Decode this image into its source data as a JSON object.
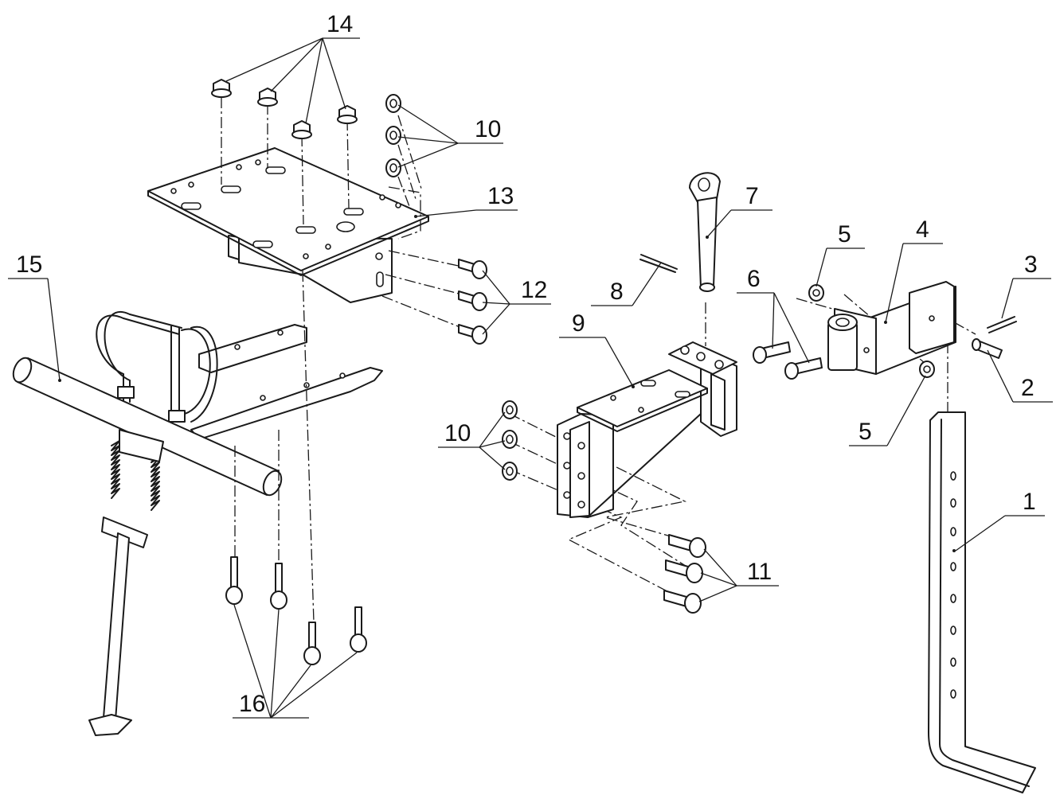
{
  "callouts": {
    "p1": "1",
    "p2": "2",
    "p3": "3",
    "p4": "4",
    "p5a": "5",
    "p5b": "5",
    "p6": "6",
    "p7": "7",
    "p8": "8",
    "p9": "9",
    "p10a": "10",
    "p10b": "10",
    "p11": "11",
    "p12": "12",
    "p13": "13",
    "p14": "14",
    "p15": "15",
    "p16": "16"
  },
  "colors": {
    "line": "#1a1a1a",
    "background": "#ffffff"
  }
}
